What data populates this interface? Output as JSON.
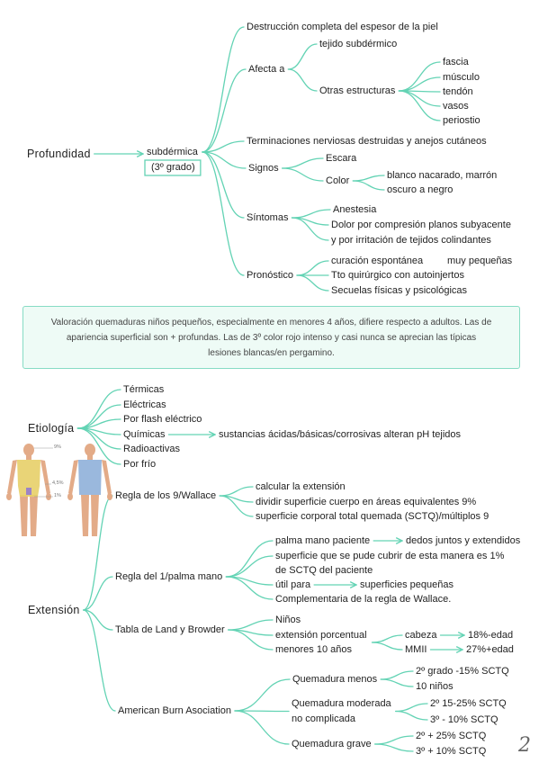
{
  "colors": {
    "connector": "#63d3b4",
    "note_fill": "#eefbf6",
    "note_border": "#86dcc4",
    "text": "#222222",
    "skin": "#e3ab88",
    "zone_front": "#e7cf68",
    "zone_pelvis": "#9c84c6",
    "zone_back": "#8fb0d9"
  },
  "profundidad": {
    "title": "Profundidad",
    "level": "subdérmica",
    "grade": "(3º grado)",
    "destruccion": "Destrucción completa del espesor de la piel",
    "afecta": {
      "label": "Afecta a",
      "tejido": "tejido subdérmico",
      "otras": "Otras estructuras",
      "estructuras": [
        "fascia",
        "músculo",
        "tendón",
        "vasos",
        "periostio"
      ]
    },
    "terminaciones": "Terminaciones nerviosas destruidas y anejos cutáneos",
    "signos": {
      "label": "Signos",
      "escara": "Escara",
      "color": "Color",
      "color_values": [
        "blanco nacarado, marrón",
        "oscuro a negro"
      ]
    },
    "sintomas": {
      "label": "Síntomas",
      "items": [
        "Anestesia",
        "Dolor por compresión planos subyacente",
        "y por irritación de tejidos colindantes"
      ]
    },
    "pronostico": {
      "label": "Pronóstico",
      "items": [
        "curación espontánea",
        "Tto quirúrgico con autoinjertos",
        "Secuelas físicas y psicológicas"
      ],
      "curacion_nota": "muy pequeñas"
    }
  },
  "nota": {
    "lines": [
      "Valoración quemaduras niños pequeños, especialmente en menores 4 años, difiere respecto a adultos. Las de",
      "apariencia superficial son + profundas. Las de 3º color rojo intenso y casi nunca se aprecian las típicas",
      "lesiones blancas/en pergamino."
    ]
  },
  "etiologia": {
    "title": "Etiología",
    "items": [
      "Térmicas",
      "Eléctricas",
      "Por flash eléctrico",
      "Químicas",
      "Radioactivas",
      "Por frío"
    ],
    "quimicas_detalle": "sustancias ácidas/básicas/corrosivas alteran pH tejidos"
  },
  "figura": {
    "labels": [
      "9%",
      "4,5%",
      "1%"
    ]
  },
  "extension": {
    "title": "Extensión",
    "regla_9": {
      "label": "Regla de los 9/Wallace",
      "items": [
        "calcular la extensión",
        "dividir superficie cuerpo en áreas equivalentes 9%",
        "superficie corporal total quemada (SCTQ)/múltiplos 9"
      ]
    },
    "regla_1": {
      "label": "Regla del 1/palma mano",
      "palma": "palma mano paciente",
      "palma_detalle": "dedos juntos y extendidos",
      "superficie": [
        "superficie que se pude cubrir de esta manera es 1%",
        "de SCTQ del paciente"
      ],
      "util": "útil para",
      "util_detalle": "superficies pequeñas",
      "complementaria": "Complementaria de la regla de Wallace."
    },
    "land_browder": {
      "label": "Tabla de Land y Browder",
      "items": [
        "Niños",
        "extensión porcentual",
        "menores 10 años"
      ],
      "cabeza": "cabeza",
      "cabeza_valor": "18%-edad",
      "mmii": "MMII",
      "mmii_valor": "27%+edad"
    },
    "aba": {
      "label": "American Burn Asociation",
      "menos": {
        "label": "Quemadura menos",
        "items": [
          "2º grado -15% SCTQ",
          "10 niños"
        ]
      },
      "moderada": {
        "label": [
          "Quemadura moderada",
          "no complicada"
        ],
        "items": [
          "2º 15-25% SCTQ",
          "3º - 10% SCTQ"
        ]
      },
      "grave": {
        "label": "Quemadura grave",
        "items": [
          "2º + 25% SCTQ",
          "3º + 10% SCTQ"
        ]
      }
    }
  },
  "page_number": "2"
}
